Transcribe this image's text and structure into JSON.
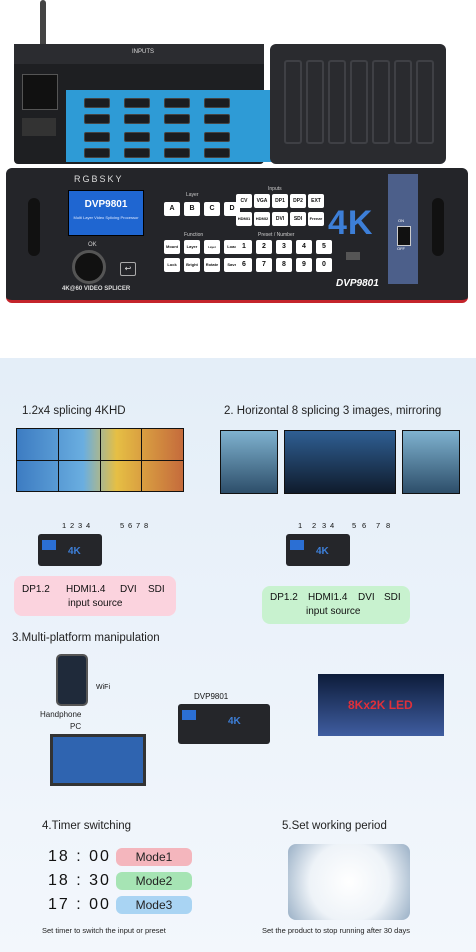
{
  "hero": {
    "brand": "RGBSKY",
    "model_front": "DVP9801",
    "screen_title": "DVP9801",
    "screen_sub": "Multi Layer Video Splicing Processor",
    "bottom_label": "4K@60 VIDEO SPLICER",
    "big_label": "4K",
    "rear_inputs_label": "INPUTS",
    "layer_label": "Layer",
    "layer_keys": [
      "A",
      "B",
      "C",
      "D"
    ],
    "function_label": "Function",
    "function_keys": [
      "Mount",
      "Layer",
      "Layer Exchang",
      "Load",
      "Lock",
      "Bright",
      "Rotate",
      "Save"
    ],
    "inputs_label": "Inputs",
    "input_keys": [
      "CV",
      "VGA",
      "DP1",
      "DP2",
      "EXT",
      "HDMI1",
      "HDMI2",
      "DVI",
      "SDI",
      "Freeze"
    ],
    "preset_label": "Preset / Number",
    "preset_keys": [
      "1",
      "2",
      "3",
      "4",
      "5",
      "6",
      "7",
      "8",
      "9",
      "0"
    ],
    "ok_label": "OK",
    "power_on": "ON",
    "power_off": "OFF"
  },
  "sheet": {
    "s1_title": "1.2x4 splicing 4KHD",
    "s2_title": "2. Horizontal 8 splicing 3 images, mirroring",
    "s3_title": "3.Multi-platform manipulation",
    "s4_title": "4.Timer switching",
    "s5_title": "5.Set working period",
    "port_numbers": [
      "1",
      "2",
      "3",
      "4",
      "5",
      "6",
      "7",
      "8"
    ],
    "sources": [
      "DP1.2",
      "HDMI1.4",
      "DVI",
      "SDI"
    ],
    "input_source": "input source",
    "device_label": "DVP9801",
    "wifi": "WiFi",
    "handphone": "Handphone",
    "pc": "PC",
    "led_label": "8Kx2K LED",
    "timers": [
      {
        "time": "18 : 00",
        "mode": "Mode1",
        "color": "#f4b6bd"
      },
      {
        "time": "18 : 30",
        "mode": "Mode2",
        "color": "#a6e4b4"
      },
      {
        "time": "17 : 00",
        "mode": "Mode3",
        "color": "#a9d4f3"
      }
    ],
    "timer_caption": "Set timer to switch the input or preset",
    "period_caption": "Set the product to stop running after 30 days",
    "colors": {
      "pink": "#fbd3de",
      "green": "#c8f2cf",
      "blue_accent": "#3d7fd8"
    }
  }
}
